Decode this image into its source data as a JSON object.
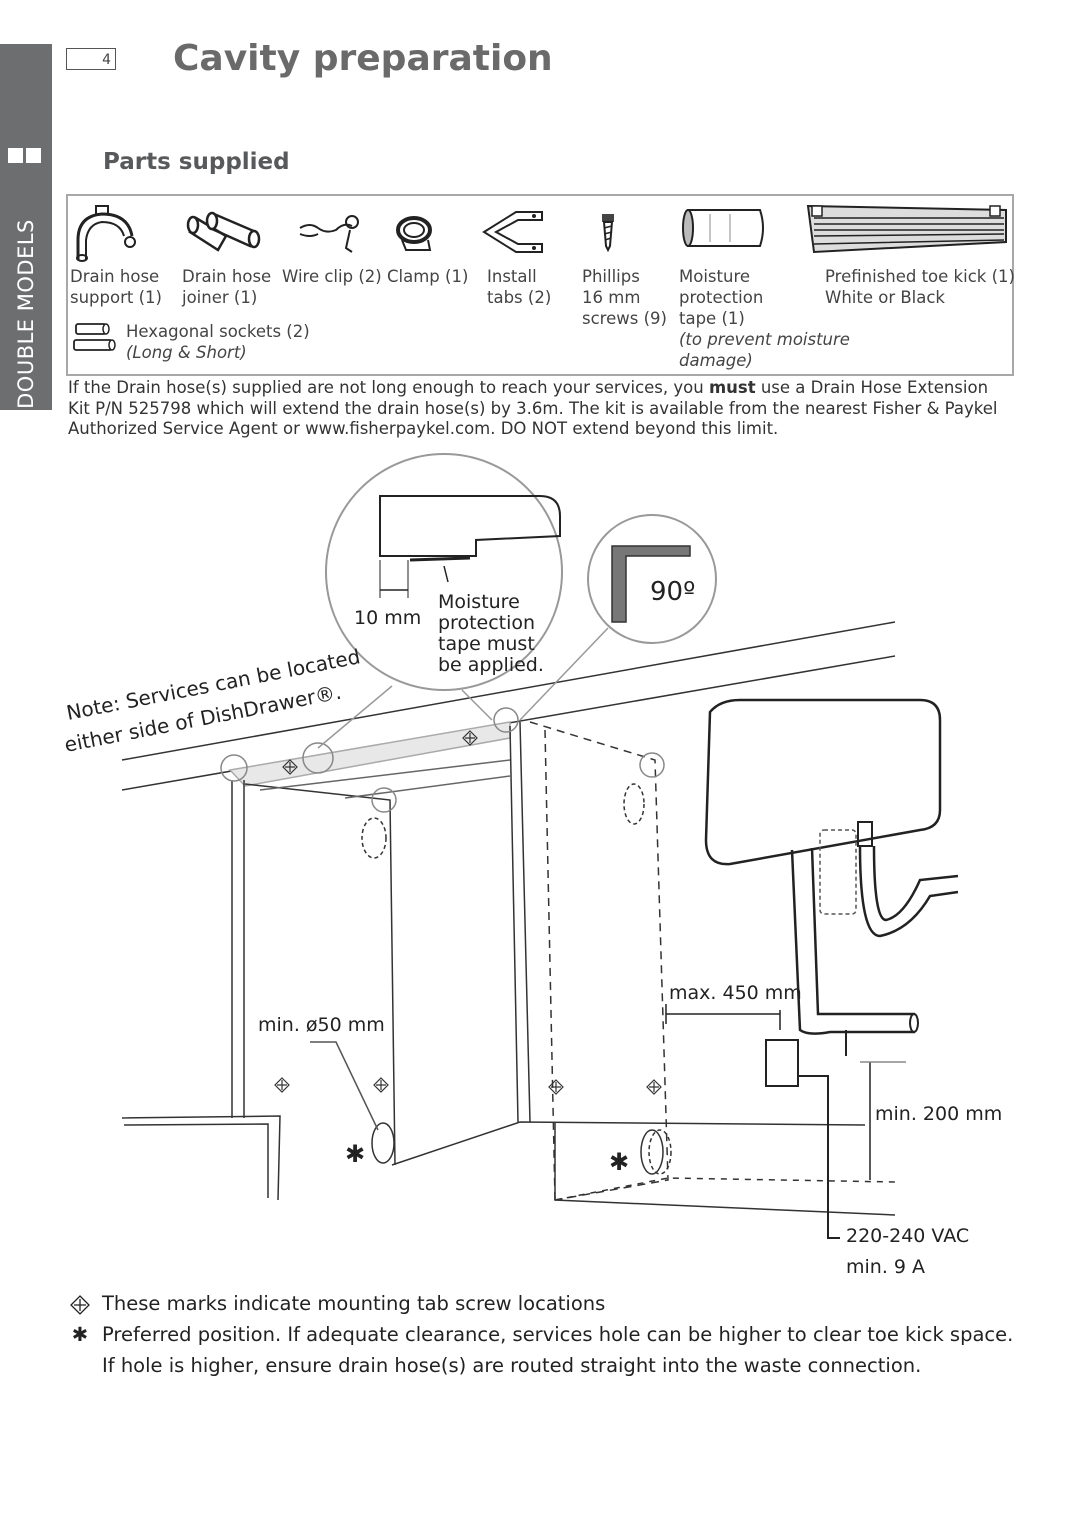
{
  "side_tab": {
    "label": "DOUBLE MODELS"
  },
  "header": {
    "page_number": "4",
    "title": "Cavity preparation"
  },
  "parts_section": {
    "heading": "Parts supplied",
    "parts": [
      {
        "icon": "drain-hose-support-icon",
        "line1": "Drain hose",
        "line2": "support (1)"
      },
      {
        "icon": "drain-hose-joiner-icon",
        "line1": "Drain hose",
        "line2": "joiner (1)"
      },
      {
        "icon": "wire-clip-icon",
        "line1": "Wire clip (2)"
      },
      {
        "icon": "clamp-icon",
        "line1": "Clamp (1)"
      },
      {
        "icon": "install-tab-icon",
        "line1": "Install",
        "line2": "tabs (2)"
      },
      {
        "icon": "screw-icon",
        "line1": "Phillips",
        "line2": "16 mm",
        "line3": "screws (9)"
      },
      {
        "icon": "tape-roll-icon",
        "line1": "Moisture",
        "line2": "protection",
        "line3": "tape (1)",
        "note1": "(to prevent moisture",
        "note2": "damage)"
      },
      {
        "icon": "toe-kick-icon",
        "line1": "Prefinished toe kick (1)",
        "line2": "White or Black"
      }
    ],
    "sockets": {
      "icon": "hexagonal-socket-icon",
      "label": "Hexagonal sockets (2)",
      "note": "(Long & Short)"
    }
  },
  "notice": {
    "before_must": "If the Drain hose(s) supplied are not long enough to reach your services, you ",
    "must": "must",
    "after_must": " use a Drain Hose Extension Kit P/N 525798 which will extend the drain hose(s) by 3.6m. The kit is available from the nearest Fisher & Paykel Authorized Service Agent or www.fisherpaykel.com. DO NOT extend beyond this limit."
  },
  "diagram": {
    "gap_label": "10 mm",
    "tape_note": [
      "Moisture",
      "protection",
      "tape must",
      "be applied."
    ],
    "angle_label": "90º",
    "services_note_line1": "Note: Services can be located",
    "services_note_line2": "either side of DishDrawer®.",
    "hole_label": "min. ø50 mm",
    "max_distance_label": "max. 450 mm",
    "min_height_label": "min. 200 mm",
    "power_label_line1": "220-240 VAC",
    "power_label_line2": "min. 9 A"
  },
  "legend": [
    {
      "symbol": "mounting-mark-icon",
      "text": "These marks indicate mounting tab screw locations"
    },
    {
      "symbol": "asterisk-icon",
      "text": "Preferred position. If adequate clearance, services hole can be higher to clear toe kick space."
    },
    {
      "symbol": "",
      "text": "If hole is higher, ensure drain hose(s) are routed straight into the waste connection."
    }
  ],
  "colors": {
    "side_tab": "#6d6e70",
    "title": "#6a6a6a",
    "box_border": "#a8a8a8"
  }
}
